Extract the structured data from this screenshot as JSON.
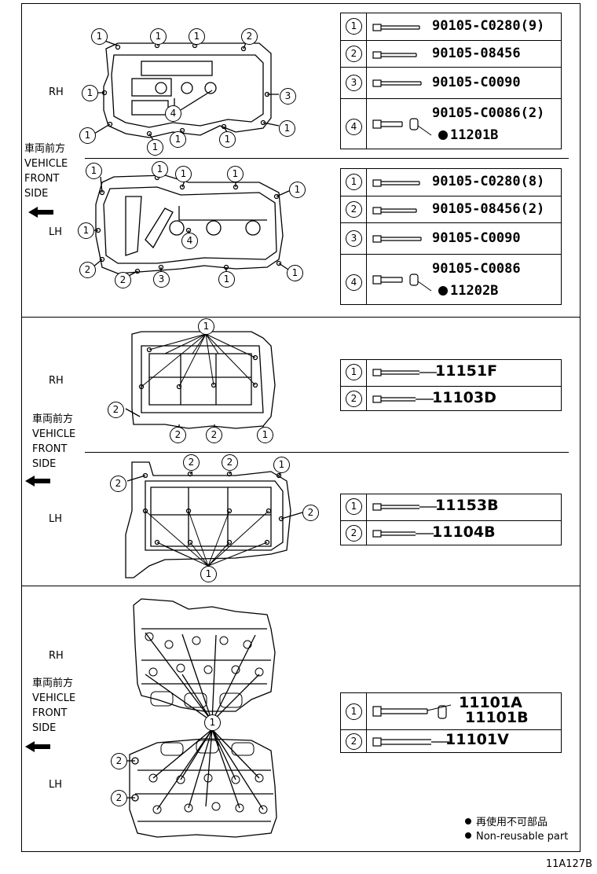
{
  "side_label": {
    "jp": "車両前方",
    "line1": "VEHICLE",
    "line2": "FRONT",
    "line3": "SIDE"
  },
  "rh": "RH",
  "lh": "LH",
  "tables": {
    "cover_rh": [
      {
        "num": "1",
        "part": "90105-C0280(9)"
      },
      {
        "num": "2",
        "part": "90105-08456"
      },
      {
        "num": "3",
        "part": "90105-C0090"
      },
      {
        "num": "4",
        "part": "90105-C0086(2)",
        "sub": "11201B"
      }
    ],
    "cover_lh": [
      {
        "num": "1",
        "part": "90105-C0280(8)"
      },
      {
        "num": "2",
        "part": "90105-08456(2)"
      },
      {
        "num": "3",
        "part": "90105-C0090"
      },
      {
        "num": "4",
        "part": "90105-C0086",
        "sub": "11202B"
      }
    ],
    "cam_rh": [
      {
        "num": "1",
        "part": "11151F"
      },
      {
        "num": "2",
        "part": "11103D"
      }
    ],
    "cam_lh": [
      {
        "num": "1",
        "part": "11153B"
      },
      {
        "num": "2",
        "part": "11104B"
      }
    ],
    "head": [
      {
        "num": "1",
        "part": "11101A",
        "part2": "11101B"
      },
      {
        "num": "2",
        "part": "11101V"
      }
    ]
  },
  "legend": {
    "jp": "再使用不可部品",
    "en": "Non-reusable part"
  },
  "figure_code": "11A127B"
}
